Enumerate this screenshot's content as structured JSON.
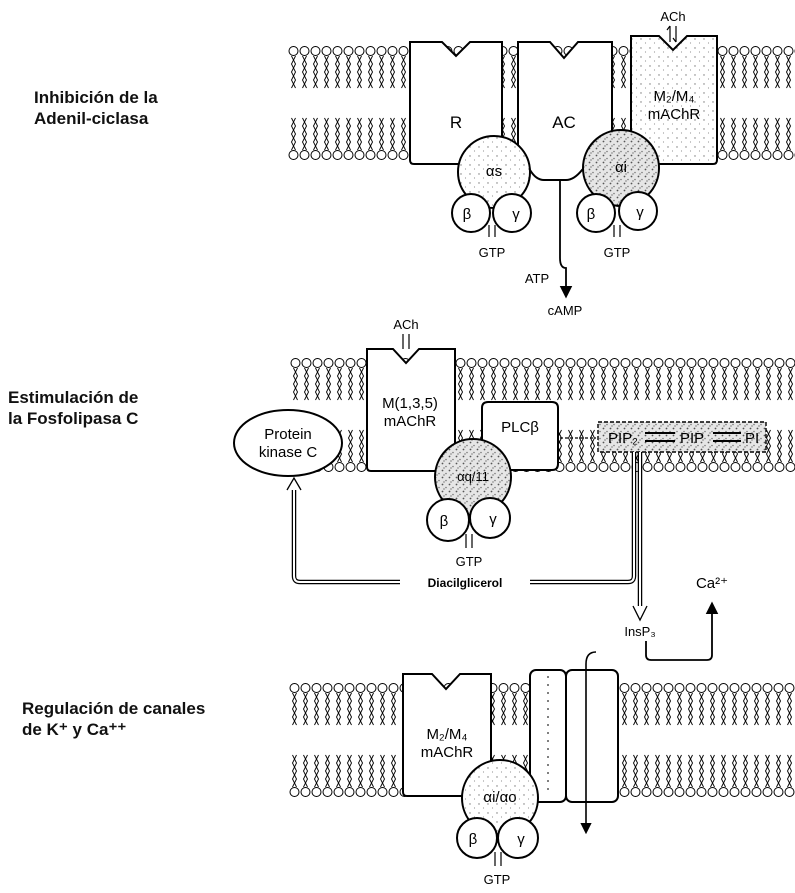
{
  "section_labels": {
    "s1_line1": "Inhibición de la",
    "s1_line2": "Adenil-ciclasa",
    "s2_line1": "Estimulación de",
    "s2_line2": "la Fosfolipasa C",
    "s3_line1": "Regulación de canales",
    "s3_line2": "de K⁺ y Ca⁺⁺"
  },
  "panel1": {
    "ach": "ACh",
    "receptor_r": "R",
    "adenylyl_cyclase": "AC",
    "m2m4_line1": "M₂/M₄",
    "m2m4_line2": "mAChR",
    "alpha_s": "αs",
    "alpha_i": "αi",
    "beta": "β",
    "gamma": "γ",
    "gtp": "GTP",
    "atp": "ATP",
    "camp": "cAMP"
  },
  "panel2": {
    "ach": "ACh",
    "m135_line1": "M(1,3,5)",
    "m135_line2": "mAChR",
    "pkc_line1": "Protein",
    "pkc_line2": "kinase C",
    "plc": "PLCβ",
    "pip2": "PIP₂",
    "pip": "PIP",
    "pi": "PI",
    "alpha_qn": "αq/11",
    "beta": "β",
    "gamma": "γ",
    "gtp": "GTP",
    "dag": "Diacilglicerol",
    "insp3": "InsP₃",
    "ca": "Ca²⁺"
  },
  "panel3": {
    "m2m4_line1": "M₂/M₄",
    "m2m4_line2": "mAChR",
    "alpha_io": "αi/αo",
    "beta": "β",
    "gamma": "γ",
    "gtp": "GTP"
  }
}
